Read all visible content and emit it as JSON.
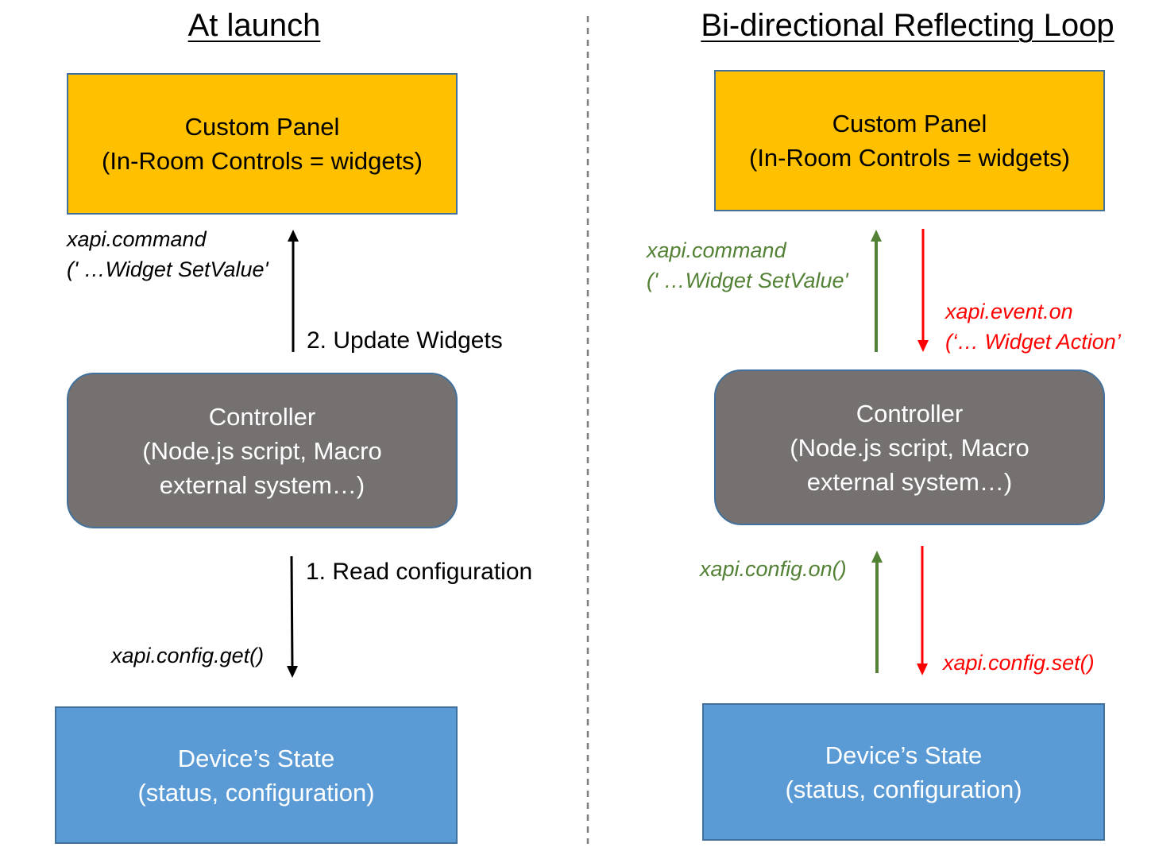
{
  "left": {
    "heading": "At launch",
    "panel": {
      "line1": "Custom Panel",
      "line2": "(In-Room Controls = widgets)"
    },
    "controller": {
      "line1": "Controller",
      "line2": "(Node.js script, Macro",
      "line3": "external system…)"
    },
    "state": {
      "line1": "Device’s State",
      "line2": "(status, configuration)"
    },
    "upper_code": {
      "line1": "xapi.command",
      "line2": "(' …Widget SetValue'"
    },
    "step2": "2. Update Widgets",
    "step1": "1. Read configuration",
    "lower_code": "xapi.config.get()"
  },
  "right": {
    "heading": "Bi-directional Reflecting Loop",
    "panel": {
      "line1": "Custom Panel",
      "line2": "(In-Room Controls = widgets)"
    },
    "controller": {
      "line1": "Controller",
      "line2": "(Node.js script, Macro",
      "line3": "external system…)"
    },
    "state": {
      "line1": "Device’s State",
      "line2": "(status, configuration)"
    },
    "upper_green": {
      "line1": "xapi.command",
      "line2": "(' …Widget SetValue'"
    },
    "upper_red": {
      "line1": "xapi.event.on",
      "line2": "(‘… Widget Action’"
    },
    "lower_green": "xapi.config.on()",
    "lower_red": "xapi.config.set()"
  },
  "colors": {
    "panel": "#ffc000",
    "controller": "#767171",
    "state": "#5b9bd5",
    "border": "#41719c",
    "green_arrow": "#538135",
    "red_arrow": "#ff0000"
  }
}
